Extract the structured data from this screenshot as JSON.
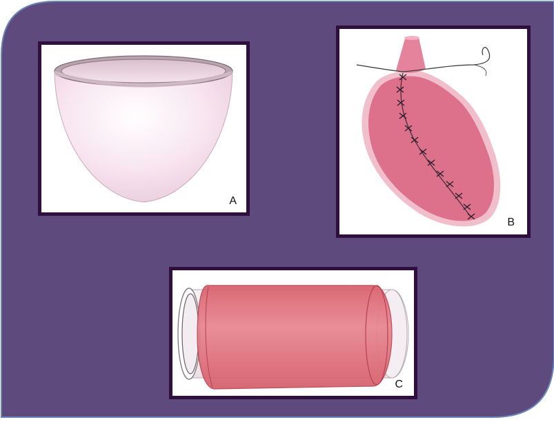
{
  "background": {
    "frame_color": "#5e4a7c",
    "border_color": "#2e0f3d",
    "outline_color": "#6a86b8"
  },
  "panels": [
    {
      "id": "A",
      "label": "A",
      "subject": "hemispherical-cup-icon",
      "color": "#f6dcea"
    },
    {
      "id": "B",
      "label": "B",
      "subject": "sutured-tissue-icon",
      "color": "#de6e8a"
    },
    {
      "id": "C",
      "label": "C",
      "subject": "tube-sleeve-icon",
      "color": "#e07883"
    }
  ]
}
